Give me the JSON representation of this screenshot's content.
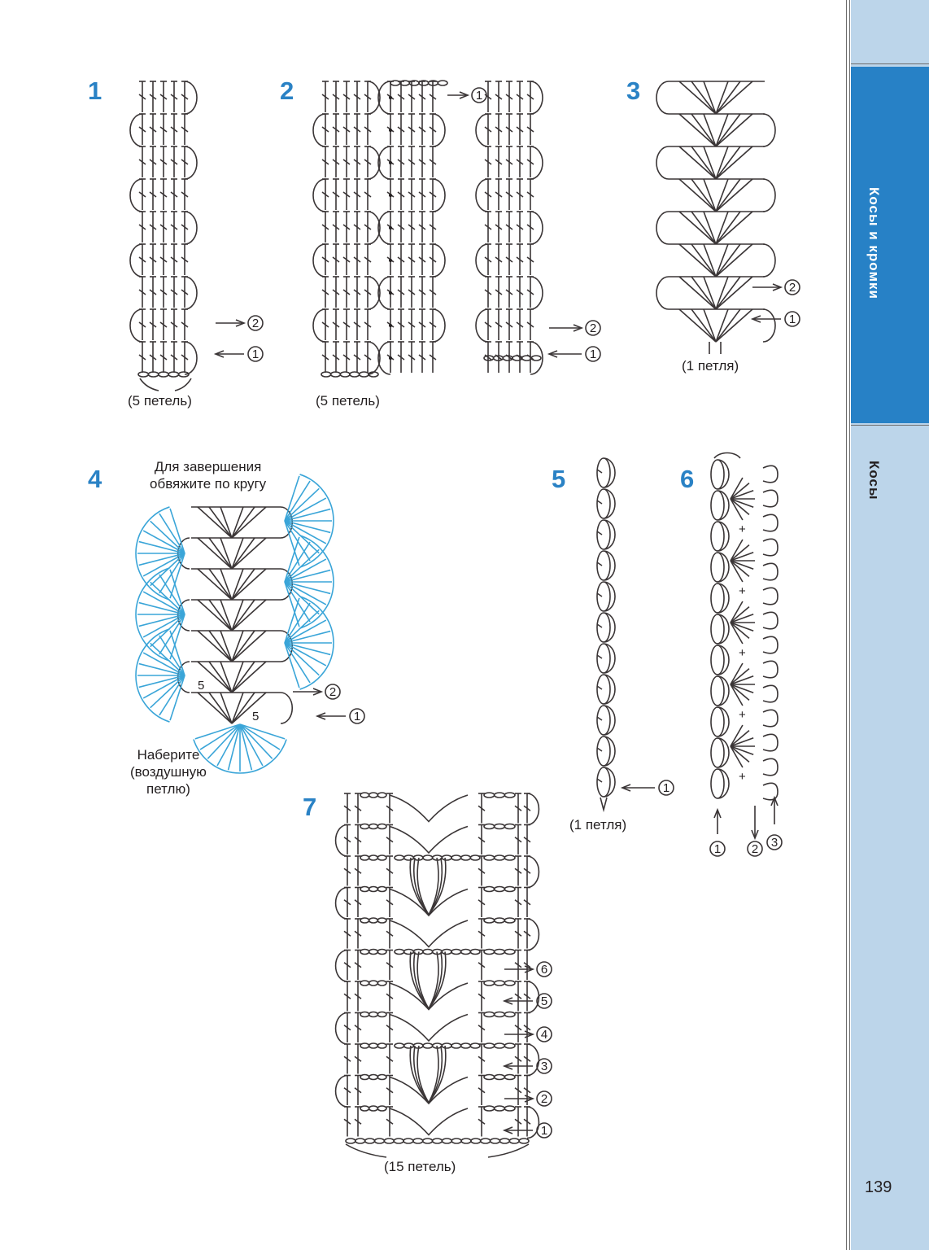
{
  "sidebar": {
    "tabs": [
      {
        "label": "Косы и кромки",
        "active": true
      },
      {
        "label": "Косы",
        "active": false
      }
    ],
    "page_number": "139",
    "colors": {
      "active_tab": "#2781c6",
      "inactive_bg": "#bcd5ea"
    }
  },
  "accent_color": "#2a82c5",
  "figures": [
    {
      "number": "1",
      "caption": "(5 петель)",
      "row_markers": [
        "②",
        "①"
      ]
    },
    {
      "number": "2",
      "caption": "(5 петель)",
      "row_markers": [
        "①",
        "②",
        "①"
      ]
    },
    {
      "number": "3",
      "caption": "(1 петля)",
      "row_markers": [
        "②",
        "①"
      ]
    },
    {
      "number": "4",
      "note_top": [
        "Для завершения",
        "обвяжите по кругу"
      ],
      "note_bottom": [
        "Наберите",
        "(воздушную",
        "петлю)"
      ],
      "inner_labels": [
        "5",
        "5"
      ],
      "row_markers": [
        "②",
        "①"
      ]
    },
    {
      "number": "5",
      "caption": "(1 петля)",
      "row_markers": [
        "①"
      ]
    },
    {
      "number": "6",
      "row_markers": [
        "①",
        "②",
        "③"
      ]
    },
    {
      "number": "7",
      "caption": "(15 петель)",
      "row_markers": [
        "⑥",
        "⑤",
        "④",
        "③",
        "②",
        "①"
      ]
    }
  ]
}
